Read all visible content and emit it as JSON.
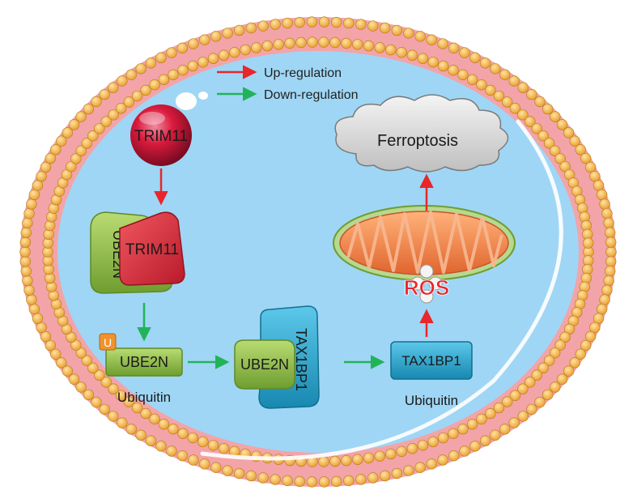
{
  "legend": {
    "up_label": "Up-regulation",
    "down_label": "Down-regulation",
    "up_color": "#e8262b",
    "down_color": "#22b35a"
  },
  "nodes": {
    "trim11_sphere": "TRIM11",
    "complex_ube2n": "UBE2N",
    "complex_trim11": "TRIM11",
    "ub_tag": "U",
    "ube2n_ubiquitinated": "UBE2N",
    "ube2n_ubiquitin_caption": "Ubiquitin",
    "complex2_ube2n": "UBE2N",
    "complex2_tax1bp1": "TAX1BP1",
    "tax1bp1_ubiquitinated": "TAX1BP1",
    "tax1bp1_ubiquitin_caption": "Ubiquitin",
    "ros": "ROS",
    "ferroptosis": "Ferroptosis"
  },
  "colors": {
    "membrane_head": "#f5b84a",
    "membrane_tail": "#f3a4a8",
    "cytoplasm": "#9fd6f5",
    "trim11": "#d91a3c",
    "ube2n": "#8fc04a",
    "tax1bp1": "#2aa8d0",
    "mitochondria": "#f08a4b",
    "ros": "#e8262b",
    "cloud": "#d9d9d9"
  },
  "membrane": {
    "head_count": 150
  },
  "icons": [
    "membrane-ring",
    "cell-interior",
    "mitochondrion-icon",
    "cloud-icon",
    "ubiquitin-tag-icon",
    "thought-bubble-icon"
  ]
}
